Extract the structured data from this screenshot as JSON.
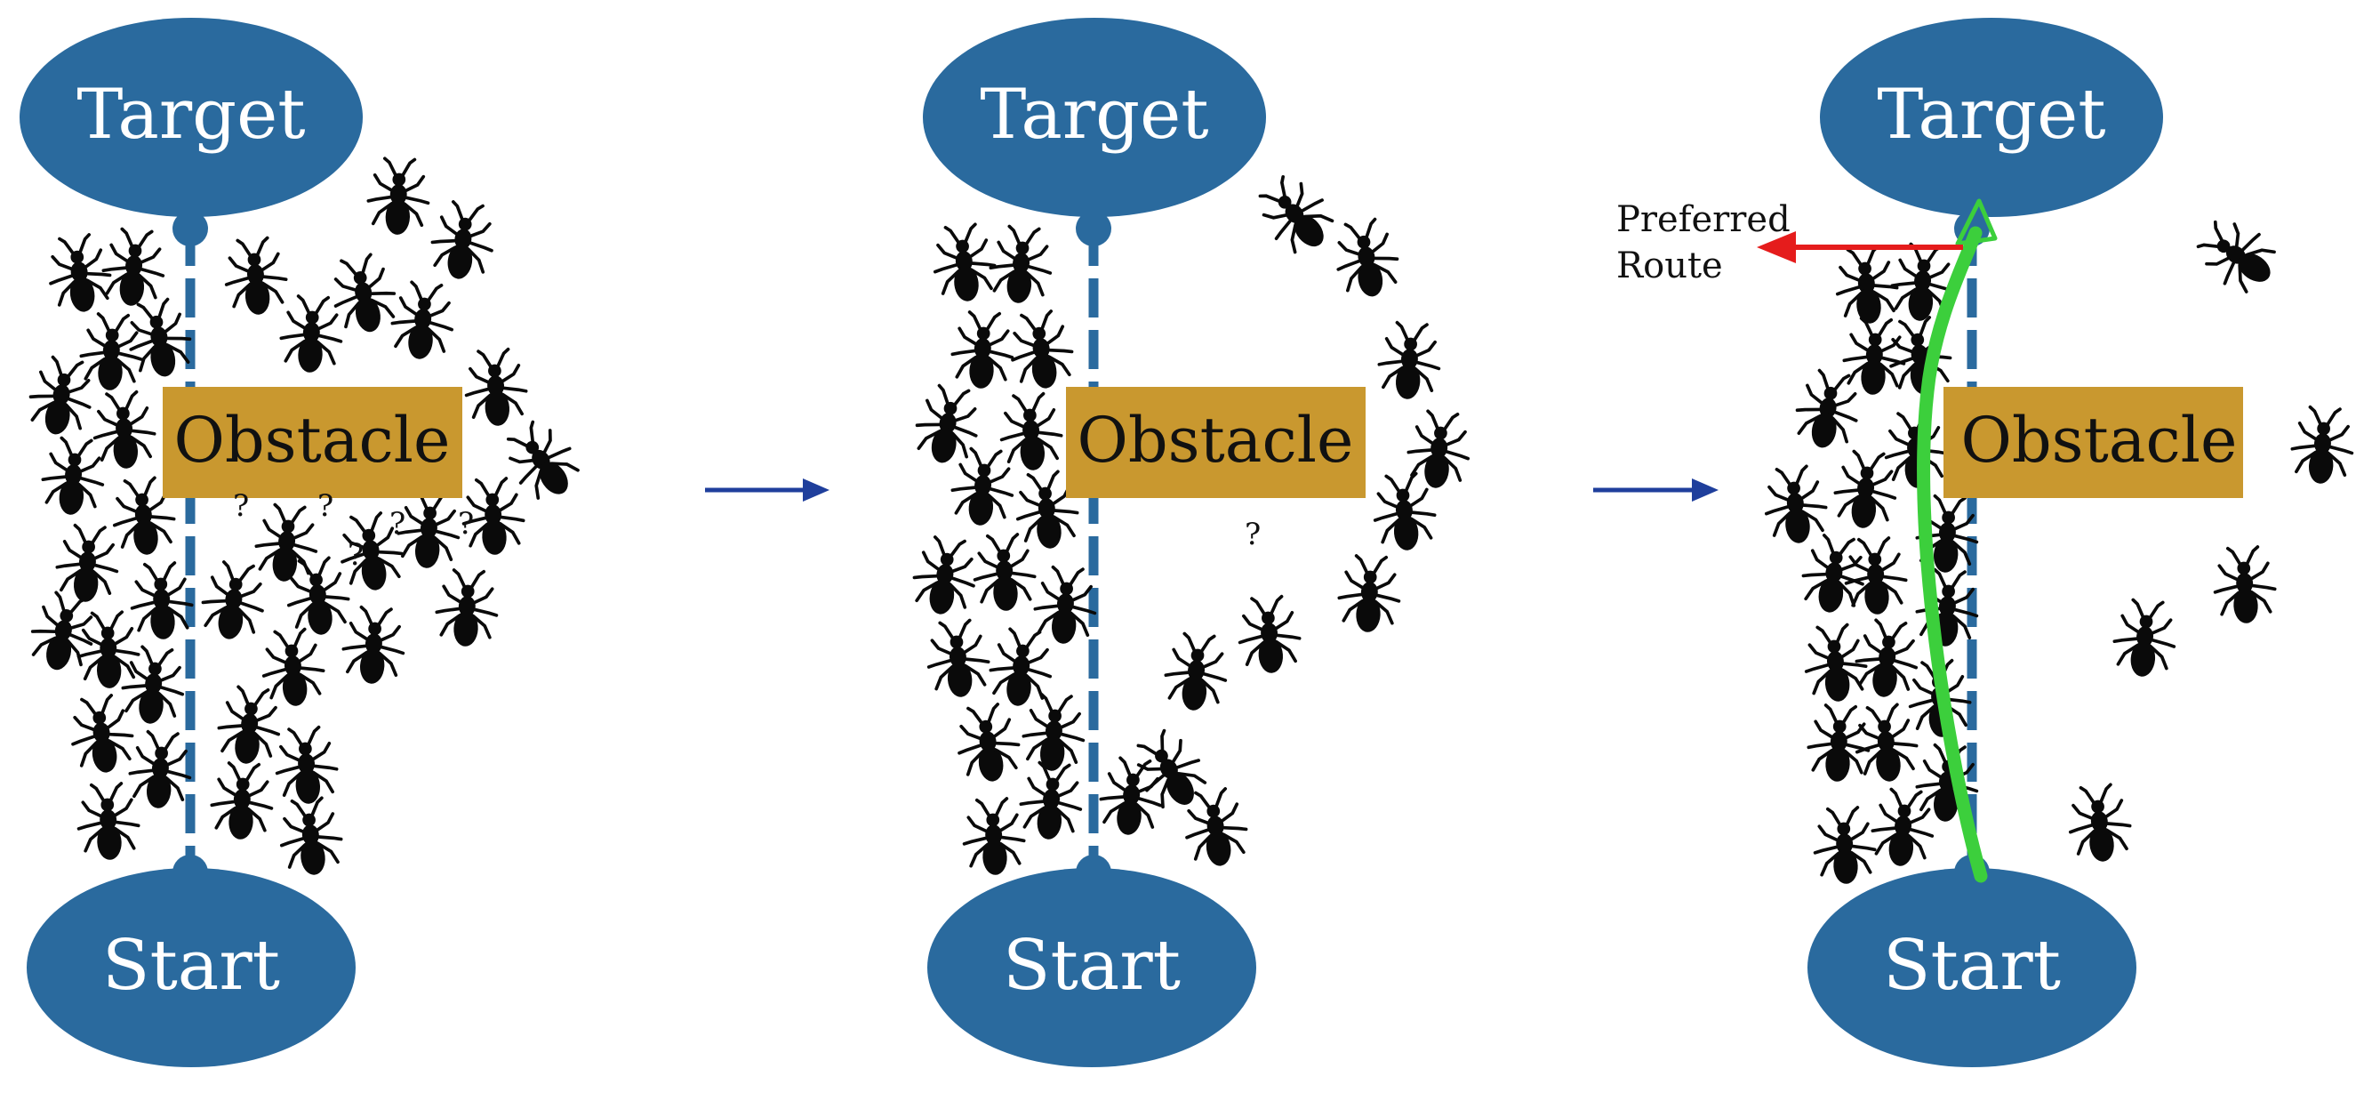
{
  "labels": {
    "target": "Target",
    "start": "Start",
    "obstacle": "Obstacle",
    "question": "?",
    "preferred_line1": "Preferred",
    "preferred_line2": "Route"
  },
  "colors": {
    "node": "#2a6a9e",
    "path": "#2a6a9e",
    "obstacle": "#c9982f",
    "ant": "#0a0a0a",
    "arrow": "#1f3f9c",
    "route": "#3ccf3c",
    "pointer": "#e51c1c"
  },
  "panels": [
    {
      "id": "panel-1",
      "question_count": 5
    },
    {
      "id": "panel-2",
      "question_count": 1
    },
    {
      "id": "panel-3",
      "question_count": 0,
      "preferred_route": true
    }
  ]
}
